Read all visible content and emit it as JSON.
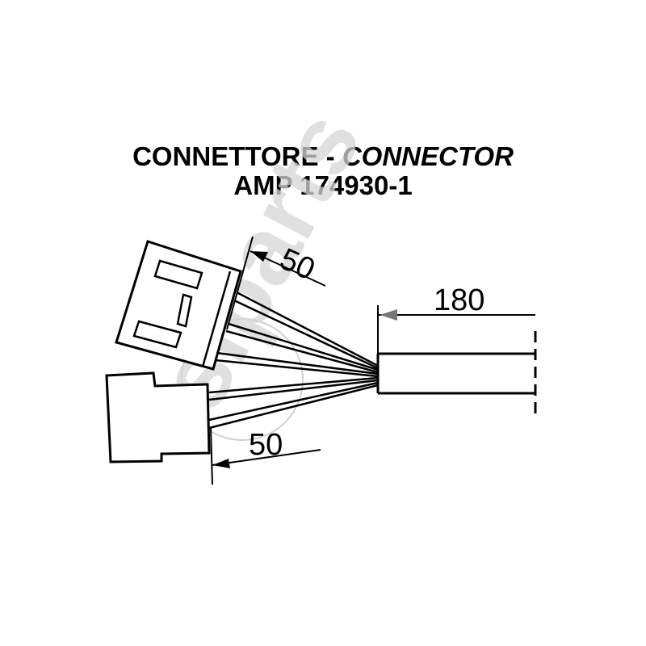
{
  "title": {
    "line1_it": "CONNETTORE - ",
    "line1_en": "CONNECTOR",
    "line2": "AMP 174930-1"
  },
  "dimensions": {
    "upper_connector_lead": "50",
    "lower_connector_lead": "50",
    "cable_length": "180"
  },
  "watermark": {
    "text": "siparts"
  },
  "colors": {
    "line": "#000000",
    "background": "#ffffff",
    "watermark": "#d6d6d6"
  }
}
